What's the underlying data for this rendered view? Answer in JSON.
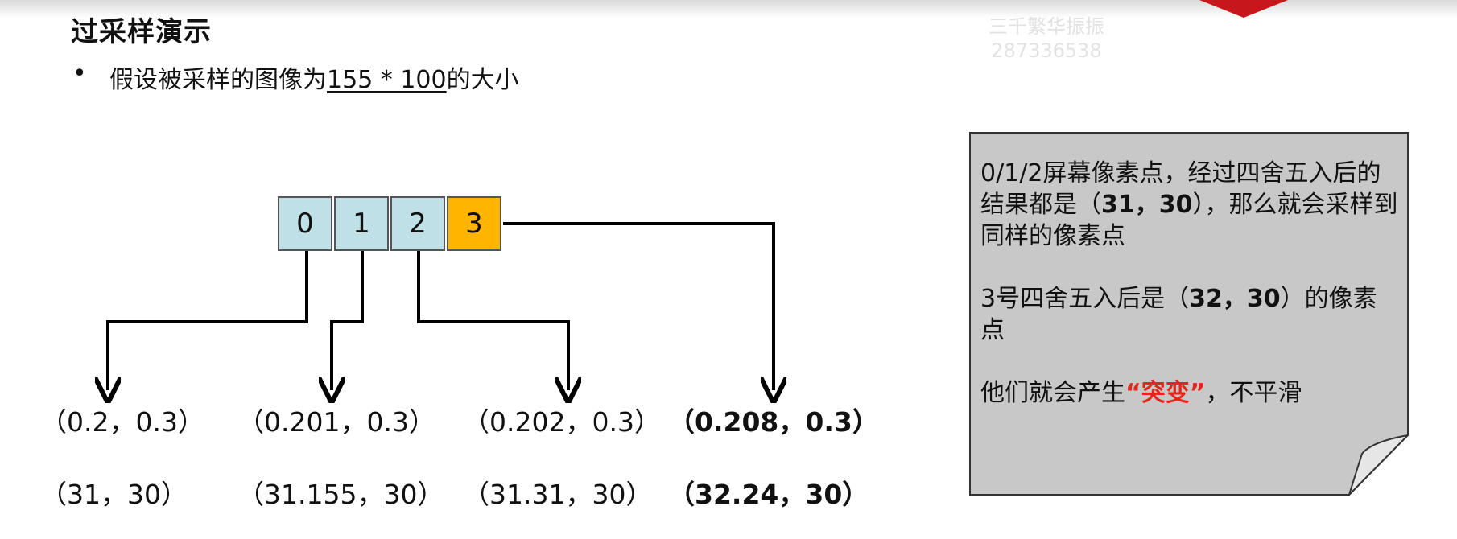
{
  "slide": {
    "title": "过采样演示",
    "bullet_symbol": "•",
    "bullet_prefix": "假设被采样的图像为",
    "bullet_size": "155 * 100",
    "bullet_suffix": "的大小"
  },
  "watermark": {
    "line1": "三千繁华振振",
    "line2": "287336538"
  },
  "pixels": [
    "0",
    "1",
    "2",
    "3"
  ],
  "highlighted_pixel": "3",
  "colors": {
    "pixel_fill": "#bfe0e6",
    "highlight_fill": "#ffb400",
    "accent_red": "#e3261c",
    "note_fill": "#c8c8c8"
  },
  "coords_texture": [
    "（0.2，0.3）",
    "（0.201，0.3）",
    "（0.202，0.3）",
    "（0.208，0.3）"
  ],
  "coords_pixel": [
    "（31，30）",
    "（31.155，30）",
    "（31.31，30）",
    "（32.24，30）"
  ],
  "note": {
    "p1_a": "0/1/2屏幕像素点，经过四舍五入后的结果都是（",
    "p1_b": "31，30",
    "p1_c": "），那么就会采样到同样的像素点",
    "p2_a": "3号四舍五入后是（",
    "p2_b": "32，30",
    "p2_c": "）的像素点",
    "p3_a": "他们就会产生",
    "p3_b": "“突变”",
    "p3_c": "，不平滑"
  }
}
